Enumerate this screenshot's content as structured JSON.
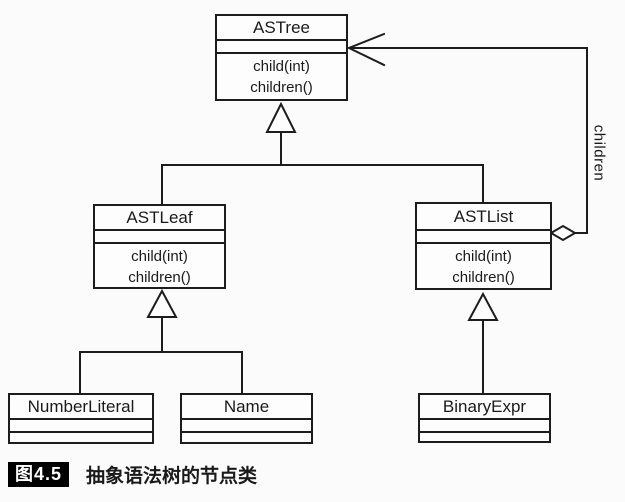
{
  "diagram": {
    "classes": {
      "astree": {
        "name": "ASTree",
        "methods": [
          "child(int)",
          "children()"
        ]
      },
      "astleaf": {
        "name": "ASTLeaf",
        "methods": [
          "child(int)",
          "children()"
        ]
      },
      "astlist": {
        "name": "ASTList",
        "methods": [
          "child(int)",
          "children()"
        ]
      },
      "numberliteral": {
        "name": "NumberLiteral",
        "methods": []
      },
      "name": {
        "name": "Name",
        "methods": []
      },
      "binaryexpr": {
        "name": "BinaryExpr",
        "methods": []
      }
    },
    "relationships": {
      "aggregation_label": "children"
    }
  },
  "caption": {
    "badge": "图4.5",
    "title": "抽象语法树的节点类"
  },
  "colors": {
    "line_color": "#1c1c1c",
    "paper": "#fdfdfd",
    "page_bg": "#fbfbfb",
    "badge_bg": "#000000",
    "badge_text": "#ffffff"
  }
}
